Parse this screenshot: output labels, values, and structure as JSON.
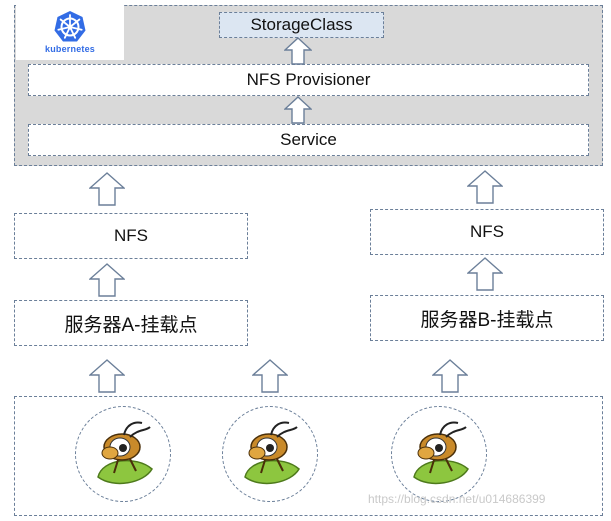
{
  "cluster": {
    "logo_label": "kubernetes"
  },
  "boxes": {
    "storage_class": "StorageClass",
    "nfs_provisioner": "NFS Provisioner",
    "service": "Service",
    "nfs_left": "NFS",
    "nfs_right": "NFS",
    "mount_a": "服务器A-挂载点",
    "mount_b": "服务器B-挂载点"
  },
  "icons": {
    "logo": "kubernetes-helm-wheel-icon",
    "arrow": "up-arrow-icon",
    "pod": "ant-mascot-icon"
  },
  "colors": {
    "cluster_bg": "#d9d9d9",
    "storage_class_bg": "#dce6f2",
    "border": "#6b7f99",
    "kubernetes_blue": "#326ce5",
    "ant_green": "#8dc63f"
  },
  "watermark": "https://blog.csdn.net/u014686399"
}
